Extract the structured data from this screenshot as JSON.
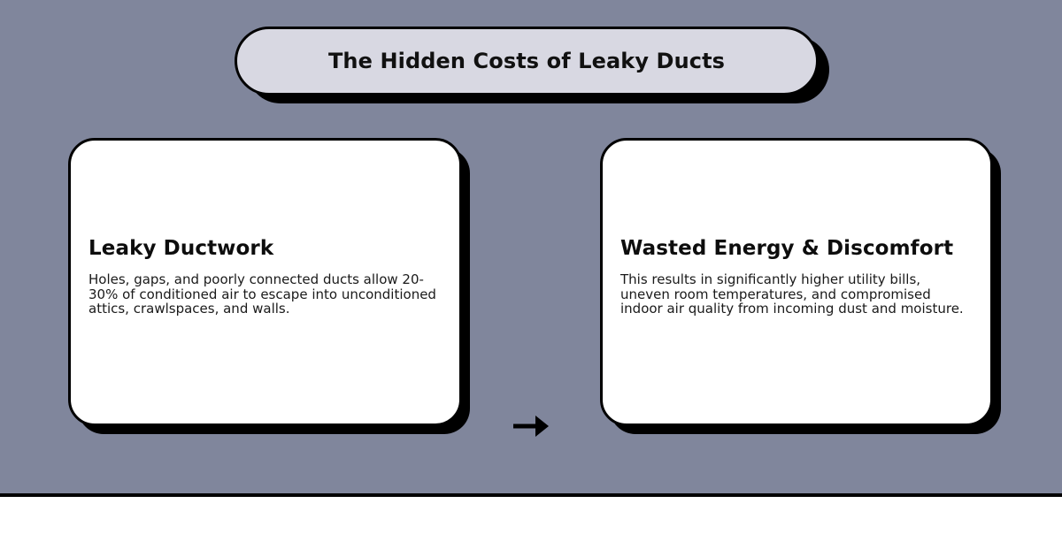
{
  "theme": {
    "background_slate": "#80869c",
    "pill_fill": "#d8d8e2",
    "card_fill": "#ffffff",
    "outline": "#000000",
    "text": "#111111",
    "footer_fill": "#ffffff"
  },
  "header": {
    "title": "The Hidden Costs of Leaky Ducts"
  },
  "flow": {
    "connector_icon": "arrow-right-icon",
    "steps": [
      {
        "id": "leaky-ductwork",
        "title": "Leaky Ductwork",
        "body": "Holes, gaps, and poorly connected ducts allow 20-30% of conditioned air to escape into unconditioned attics, crawlspaces, and walls."
      },
      {
        "id": "wasted-energy-discomfort",
        "title": "Wasted Energy & Discomfort",
        "body": "This results in significantly higher utility bills, uneven room temperatures, and compromised indoor air quality from incoming dust and moisture."
      }
    ]
  }
}
